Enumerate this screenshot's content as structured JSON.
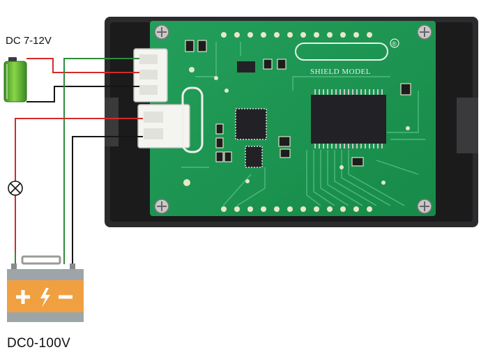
{
  "labels": {
    "power_supply": "DC 7-12V",
    "measured_battery": "DC0-100V",
    "board_text": "SHIELD MODEL",
    "registered_mark": "®"
  },
  "colors": {
    "pcb": "#1f9a55",
    "case": "#2a2a2c",
    "wire_red": "#d42a2a",
    "wire_green": "#2c8c3a",
    "wire_black": "#151515",
    "battery_orange": "#f0a040",
    "supply_cell": "#6cc23a"
  },
  "icons": [
    "green-battery-cell-icon",
    "lamp-load-icon",
    "car-battery-icon"
  ]
}
